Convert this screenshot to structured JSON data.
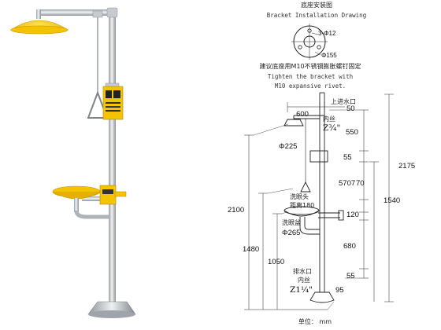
{
  "bracket": {
    "title_cn": "底座安装图",
    "title_en": "Bracket Installation Drawing",
    "holes": "3-Φ12",
    "diameter": "Φ155",
    "note_cn": "建议底座用M10不锈钢膨胀螺钉固定",
    "note_en_1": "Tighten the bracket with",
    "note_en_2": "M10 expansive rivet."
  },
  "dimensions": {
    "arm_length": "600",
    "offset_50": "50",
    "inlet_cn": "上进水口",
    "thread_cn": "内丝",
    "inlet_size": "Z¾\"",
    "d_550": "550",
    "head_dia": "Φ225",
    "d_55_top": "55",
    "d_5707": "5707",
    "d_70": "70",
    "distance_cn_1": "洗眼头",
    "distance_cn_2": "距离180",
    "d_120": "120",
    "bowl_cn": "洗眼盆",
    "bowl_dia": "Φ265",
    "d_680": "680",
    "outlet_cn": "排水口",
    "outlet_thread_cn": "内丝",
    "outlet_size": "Z1¼\"",
    "d_55_bottom": "55",
    "d_95": "95",
    "h_2175": "2175",
    "h_2100": "2100",
    "h_1540": "1540",
    "h_1480": "1480",
    "h_1050": "1050",
    "unit": "单位： mm"
  },
  "colors": {
    "yellow": "#f5c400",
    "steel": "#c8ccd0",
    "line": "#222222"
  }
}
